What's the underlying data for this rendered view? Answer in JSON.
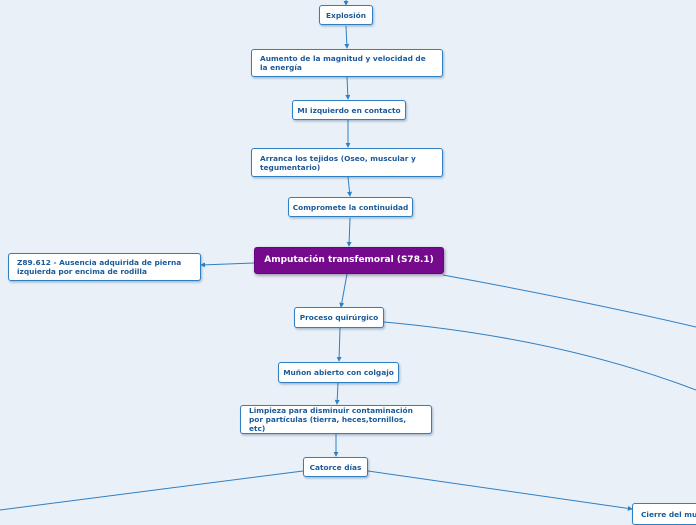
{
  "main_topic": "Amputación transfemoral (S78.1)",
  "upper_chain": [
    "Explosión",
    "Aumento de la magnitud y velocidad de la energía",
    "MI izquierdo en contacto",
    "Arranca los tejidos (Oseo, muscular y tegumentario)",
    "Compromete la continuidad"
  ],
  "diagnosis": "Z89.612 - Ausencia adquirida de pierna izquierda por encima de rodilla",
  "lower_chain": [
    "Proceso quirúrgico",
    "Muñon abierto con colgajo",
    "Limpieza para disminuir contaminación por partículas (tierra, heces,tornillos, etc)",
    "Catorce días"
  ],
  "branch_cut": "Cierre del mu",
  "colors": {
    "background": "#e9f0f8",
    "connector": "#2f7fc3",
    "node_border": "#2f7fc3",
    "node_text": "#1a5a99",
    "main_fill": "#750b8c",
    "main_text": "#ffffff"
  }
}
